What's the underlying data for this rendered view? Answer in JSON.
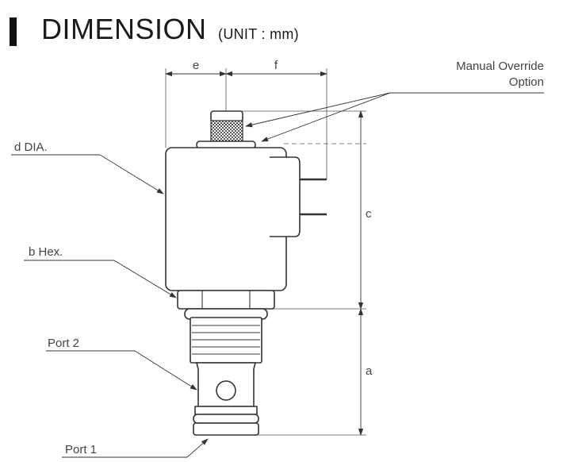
{
  "title": {
    "main": "DIMENSION",
    "unit": "(UNIT : mm)"
  },
  "labels": {
    "e": "e",
    "f": "f",
    "c": "c",
    "a": "a",
    "manual_override_line1": "Manual Override",
    "manual_override_line2": "Option",
    "d_dia": "d DIA.",
    "b_hex": "b Hex.",
    "port2": "Port 2",
    "port1": "Port 1"
  }
}
